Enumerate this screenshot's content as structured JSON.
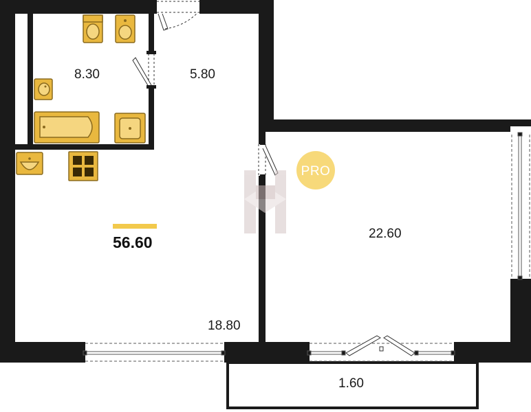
{
  "plan": {
    "total_area": "56.60",
    "rooms": [
      {
        "id": "bathroom",
        "area": "8.30"
      },
      {
        "id": "hallway",
        "area": "5.80"
      },
      {
        "id": "bedroom",
        "area": "22.60"
      },
      {
        "id": "kitchen-living",
        "area": "18.80"
      },
      {
        "id": "balcony",
        "area": "1.60"
      }
    ],
    "badge": "PRO"
  },
  "colors": {
    "wall": "#1a1a1a",
    "fixture_fill": "#e9b83f",
    "fixture_stroke": "#8a6a1e",
    "accent": "#f2c94c",
    "badge_bg": "#f7d97a",
    "watermark": "#d9cfcf"
  },
  "icons": [
    "toilet-icon",
    "bidet-icon",
    "sink-icon",
    "bathtub-icon",
    "stove-icon",
    "door-swing-icon",
    "window-icon",
    "logo-watermark-icon"
  ]
}
